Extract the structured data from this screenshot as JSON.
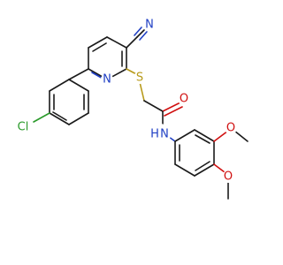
{
  "colors": {
    "carbon": "#1a1a1a",
    "nitrogen": "#1f3fc4",
    "oxygen": "#d01010",
    "sulfur": "#b79a1a",
    "chlorine": "#2a9a2a"
  },
  "atoms": {
    "cl": "Cl",
    "s": "S",
    "n_pyridine": "N",
    "n_nitrile": "N",
    "o_carbonyl": "O",
    "n_amide": "N",
    "h_amide": "H",
    "o_methoxy_1": "O",
    "o_methoxy_2": "O"
  }
}
